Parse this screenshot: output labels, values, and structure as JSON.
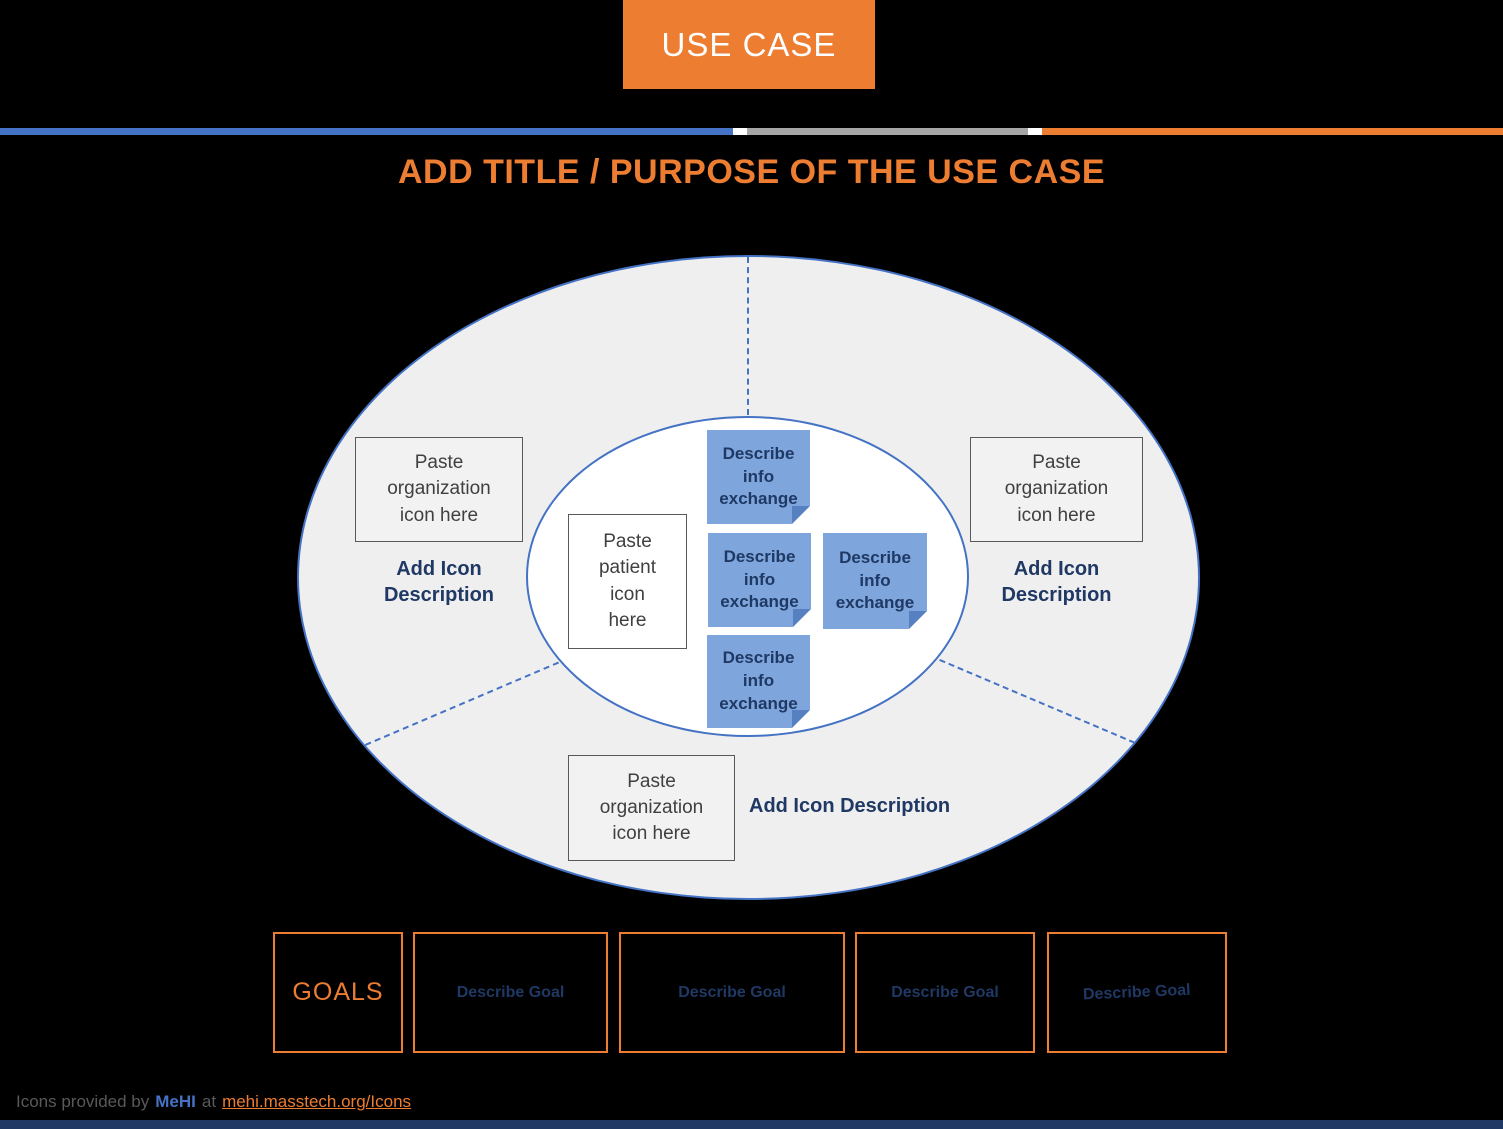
{
  "badge_label": "USE CASE",
  "title": "ADD TITLE / PURPOSE OF THE USE CASE",
  "colors": {
    "accent_orange": "#ED7D31",
    "accent_blue": "#4472C4",
    "navy_text": "#1F3864",
    "stripe_gray": "#A6A6A6",
    "ellipse_fill": "#EFEFEF",
    "note_fill": "#7EA6DC",
    "note_fold": "#5680C0",
    "placeholder_text": "#404040",
    "background": "#000000"
  },
  "diagram": {
    "org_box_left": "Paste\norganization\nicon here",
    "org_box_right": "Paste\norganization\nicon here",
    "org_box_bottom": "Paste\norganization\nicon here",
    "patient_box": "Paste\npatient\nicon\nhere",
    "desc_left": "Add Icon\nDescription",
    "desc_right": "Add Icon\nDescription",
    "desc_bottom": "Add Icon Description",
    "notes": {
      "top": "Describe\ninfo\nexchange",
      "mid_left": "Describe\ninfo\nexchange",
      "mid_right": "Describe\ninfo\nexchange",
      "bottom": "Describe\ninfo\nexchange"
    }
  },
  "goals": {
    "heading": "GOALS",
    "items": [
      "Describe Goal",
      "Describe Goal",
      "Describe Goal",
      "Describe Goal"
    ]
  },
  "footer": {
    "prefix": "Icons provided by",
    "brand": "MeHI",
    "connector": "at",
    "link": "mehi.masstech.org/Icons"
  }
}
